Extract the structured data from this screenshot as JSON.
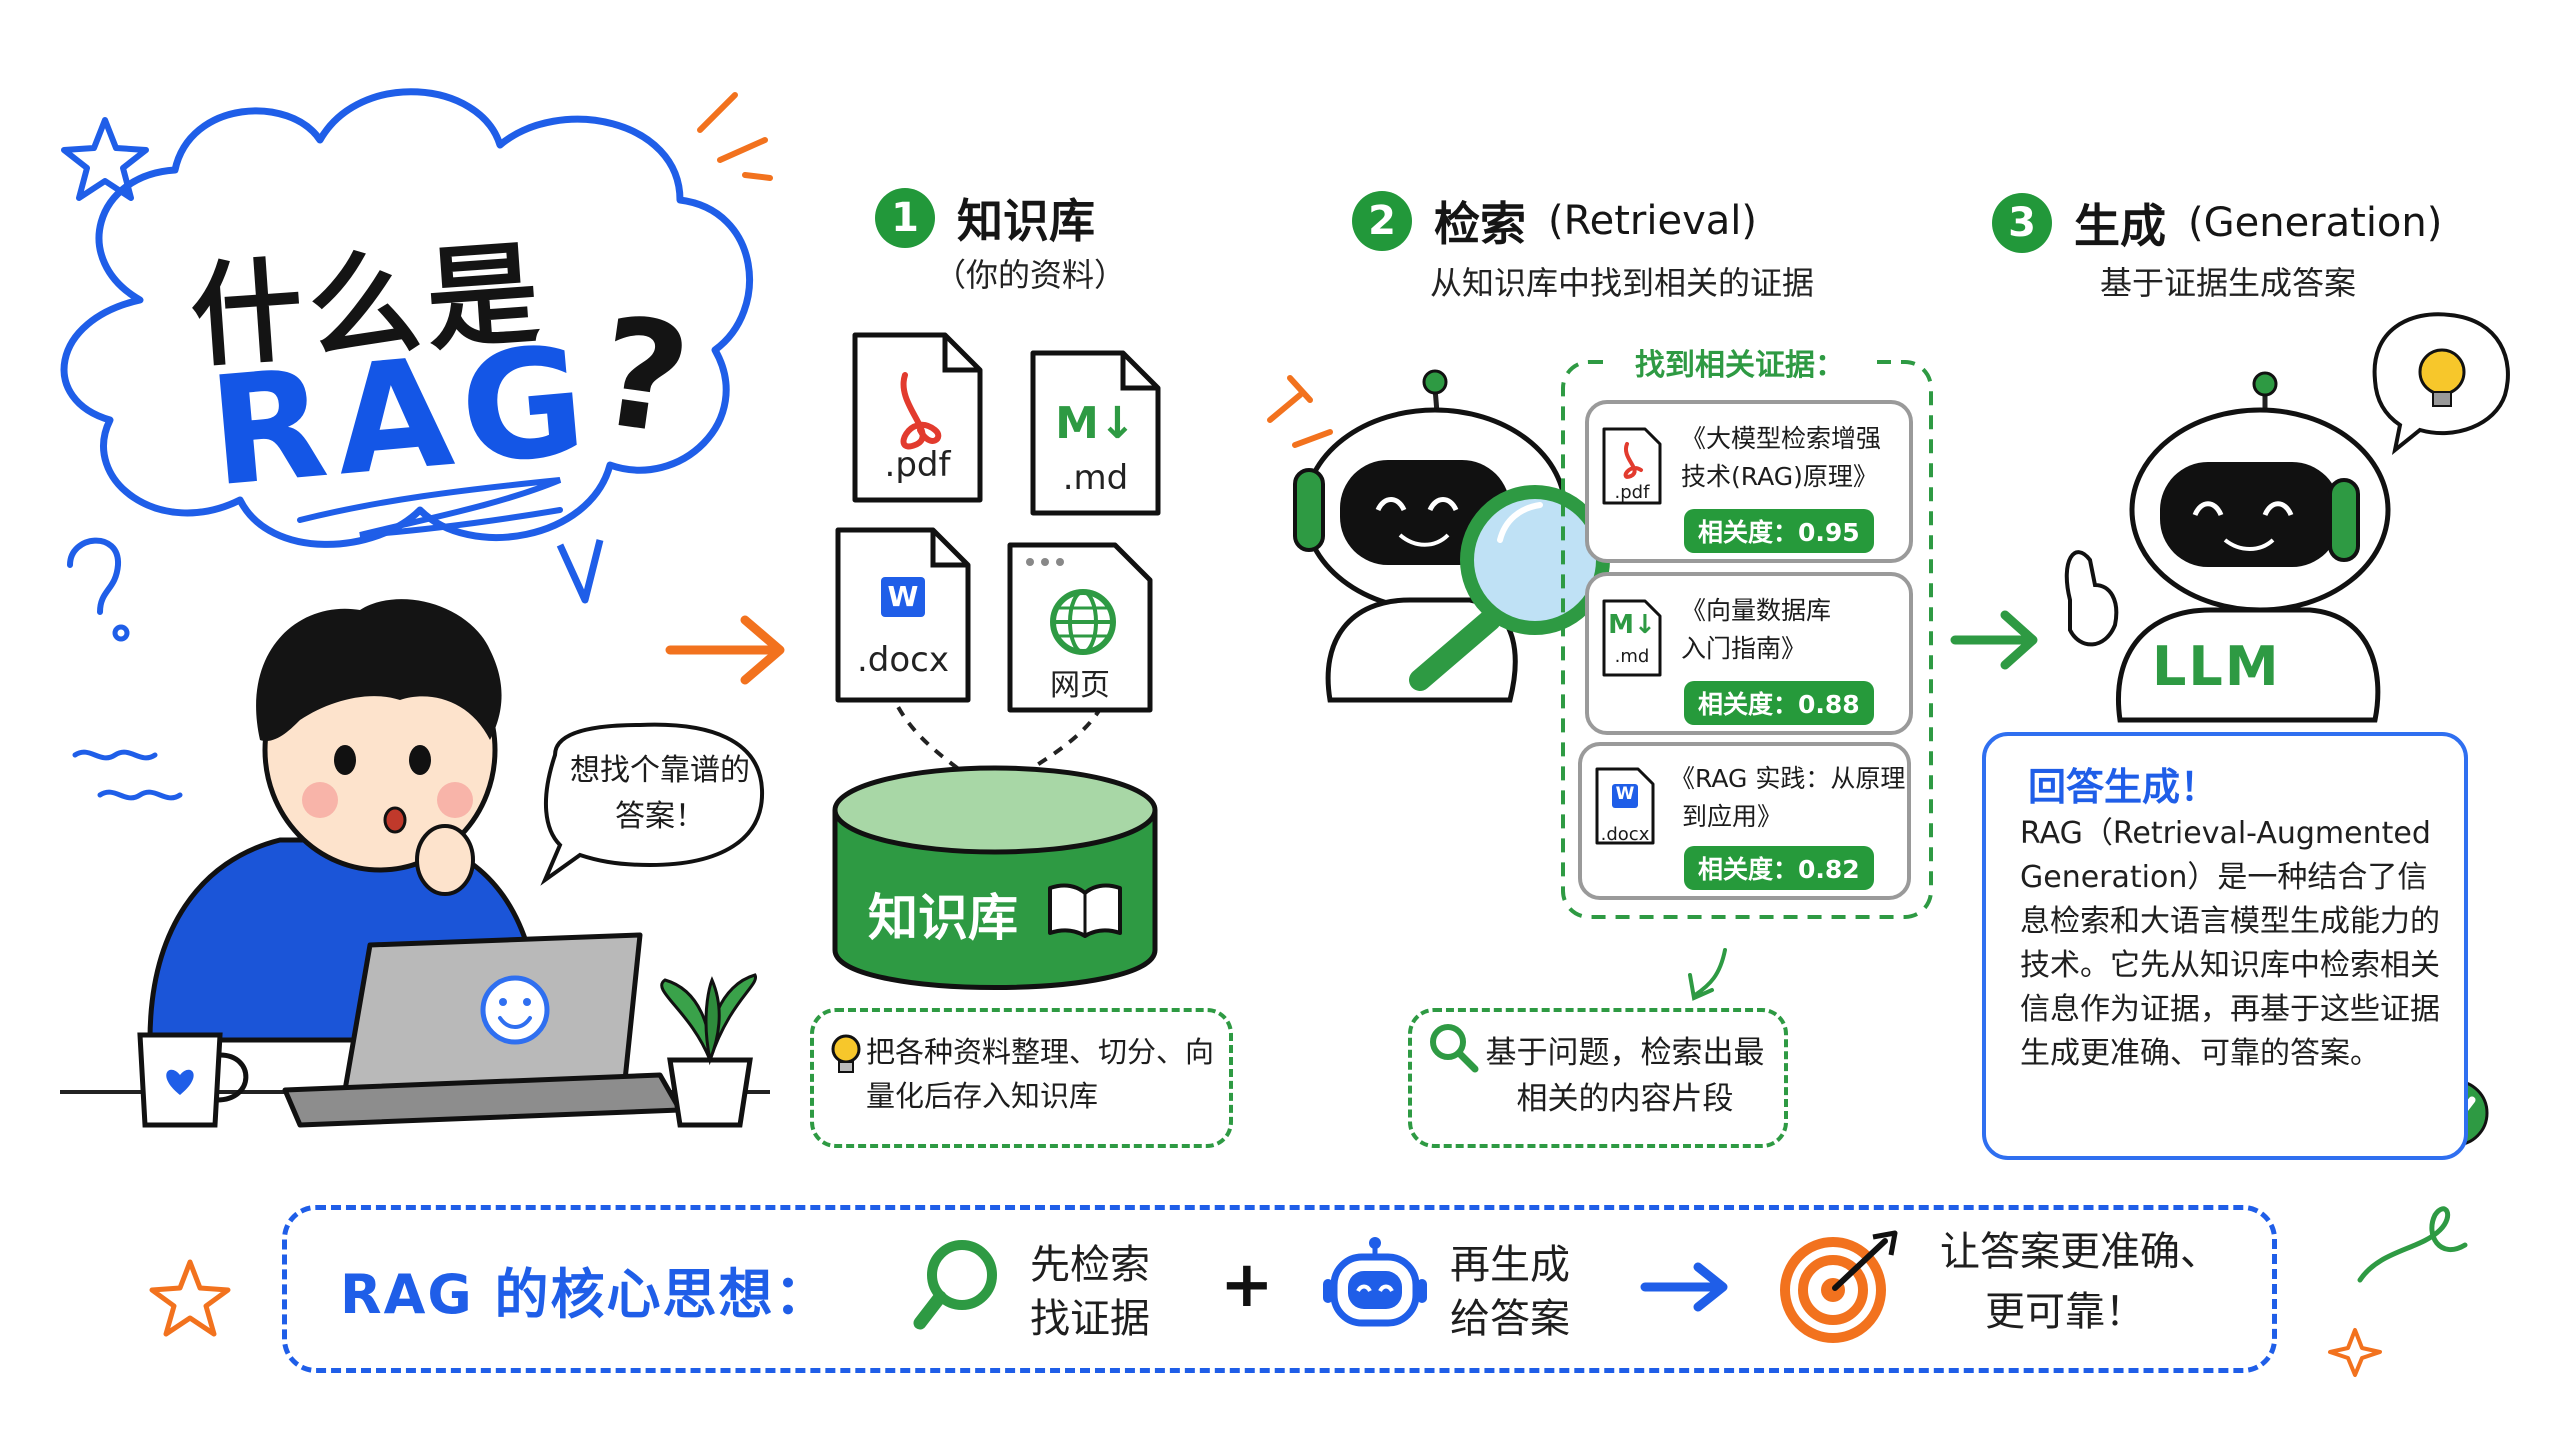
{
  "title": {
    "line1": "什么是",
    "line2": "RAG",
    "question_mark": "?"
  },
  "user": {
    "thought": "想找个靠谱的答案！"
  },
  "steps": [
    {
      "number": "1",
      "title": "知识库",
      "subtitle": "（你的资料）"
    },
    {
      "number": "2",
      "title": "检索",
      "title_en": "(Retrieval)",
      "subtitle": "从知识库中找到相关的证据"
    },
    {
      "number": "3",
      "title": "生成",
      "title_en": "(Generation)",
      "subtitle": "基于证据生成答案"
    }
  ],
  "files": [
    {
      "label": ".pdf",
      "icon": "pdf-icon"
    },
    {
      "label": ".md",
      "icon": "markdown-icon",
      "mark": "M↓"
    },
    {
      "label": ".docx",
      "icon": "word-icon",
      "mark": "W"
    },
    {
      "label": "网页",
      "icon": "globe-icon"
    }
  ],
  "knowledge_base": {
    "label": "知识库",
    "icon": "book-icon",
    "note": "把各种资料整理、切分、向量化后存入知识库",
    "note_icon": "lightbulb-icon"
  },
  "retrieval": {
    "header": "找到相关证据：",
    "results": [
      {
        "icon_label": ".pdf",
        "title_line1": "《大模型检索增强",
        "title_line2": "技术(RAG)原理》",
        "relevance": "相关度：0.95"
      },
      {
        "icon_label": ".md",
        "title_line1": "《向量数据库",
        "title_line2": "入门指南》",
        "relevance": "相关度：0.88"
      },
      {
        "icon_label": ".docx",
        "title_line1": "《RAG 实践：从原理",
        "title_line2": "到应用》",
        "relevance": "相关度：0.82"
      }
    ],
    "note": "基于问题，检索出最相关的内容片段",
    "note_icon": "magnifier-icon"
  },
  "generation": {
    "robot_label": "LLM",
    "answer_title": "回答生成！",
    "answer_body": "RAG（Retrieval-Augmented Generation）是一种结合了信息检索和大语言模型生成能力的技术。它先从知识库中检索相关信息作为证据，再基于这些证据生成更准确、可靠的答案。"
  },
  "core_idea": {
    "title": "RAG 的核心思想：",
    "item1": "先检索找证据",
    "item1_line1": "先检索",
    "item1_line2": "找证据",
    "plus": "+",
    "item2": "再生成给答案",
    "item2_line1": "再生成",
    "item2_line2": "给答案",
    "result": "让答案更准确、更可靠！",
    "result_line1": "让答案更准确、",
    "result_line2": "更可靠！"
  },
  "colors": {
    "blue": "#1f5ee8",
    "green": "#269a3b",
    "orange": "#f2721e",
    "pdf_red": "#e23b2e"
  }
}
